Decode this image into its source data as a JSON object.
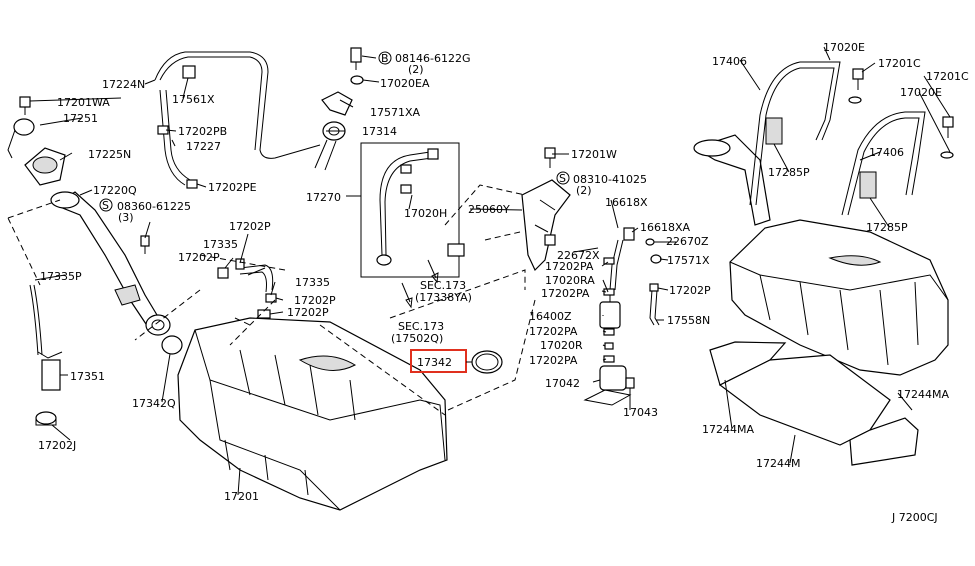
{
  "labels": {
    "p17224N": "17224N",
    "p17561X": "17561X",
    "p08146": "08146-6122G",
    "p08146_qty": "(2)",
    "p17020EA": "17020EA",
    "p17571XA": "17571XA",
    "p17201WA": "17201WA",
    "p17251": "17251",
    "p17225N": "17225N",
    "p17202PB": "17202PB",
    "p17227": "17227",
    "p17314": "17314",
    "p17202PE": "17202PE",
    "p17220Q": "17220Q",
    "p08360": "08360-61225",
    "p08360_qty": "(3)",
    "p17270": "17270",
    "p17020H": "17020H",
    "p17201W": "17201W",
    "p08310": "08310-41025",
    "p08310_qty": "(2)",
    "p25060Y": "25060Y",
    "p16618X": "16618X",
    "p16618XA": "16618XA",
    "p22670Z": "22670Z",
    "p22672X": "22672X",
    "p17571X": "17571X",
    "p17202PA_a": "17202PA",
    "p17020RA": "17020RA",
    "p17202P_r": "17202P",
    "p17202PA_b": "17202PA",
    "p16400Z": "16400Z",
    "p17558N": "17558N",
    "p17202PA_c": "17202PA",
    "p17020R": "17020R",
    "p17202PA_d": "17202PA",
    "p17042": "17042",
    "p17043": "17043",
    "p17202P_a": "17202P",
    "p17335_a": "17335",
    "p17202P_b": "17202P",
    "p17335_b": "17335",
    "p17202P_c": "17202P",
    "p17202P_d": "17202P",
    "p17335P": "17335P",
    "p17351": "17351",
    "p17342Q": "17342Q",
    "p17202J": "17202J",
    "p17201": "17201",
    "p17342": "17342",
    "sec173a": "SEC.173",
    "sec173a_ref": "(17338YA)",
    "sec173b": "SEC.173",
    "sec173b_ref": "(17502Q)",
    "p17406_a": "17406",
    "p17020E_a": "17020E",
    "p17201C_a": "17201C",
    "p17201C_b": "17201C",
    "p17020E_b": "17020E",
    "p17285P_a": "17285P",
    "p17406_b": "17406",
    "p17285P_b": "17285P",
    "p17244MA_a": "17244MA",
    "p17244MA_b": "17244MA",
    "p17244M": "17244M",
    "diagram_code": "J 7200CJ"
  },
  "markers": {
    "bolt_B": "B",
    "screw_S": "S"
  },
  "colors": {
    "line": "#000000",
    "highlight": "#e0301e",
    "background": "#ffffff"
  }
}
